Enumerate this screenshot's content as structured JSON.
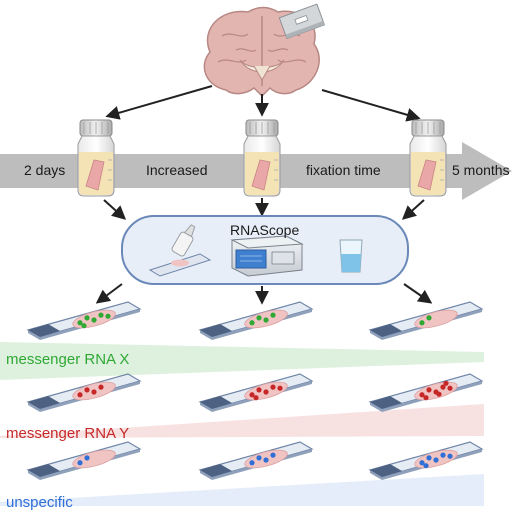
{
  "colors": {
    "green": "#2fa834",
    "red": "#c62828",
    "blue": "#2f6fd6",
    "brain": "#e3b5b1",
    "jar_fluid": "#f3e3b5",
    "panel_fill": "#e8eef8",
    "panel_stroke": "#6a88b8",
    "arrow_band": "#bdbdbd",
    "slide": "#6f85a8",
    "tissue": "#f1c4c4"
  },
  "icons": {
    "brain": "brain-icon",
    "blade": "razor-blade-icon",
    "jar": "fixative-jar-icon",
    "dropper": "dropper-bottle-icon",
    "instrument": "hybridization-oven-icon",
    "beaker": "reagent-beaker-icon",
    "slide": "tissue-slide-icon"
  },
  "timeline": {
    "start_label": "2 days",
    "middle_label_1": "Increased",
    "middle_label_2": "fixation time",
    "end_label": "5 months"
  },
  "process": {
    "label": "RNAScope"
  },
  "signals": [
    {
      "label": "messenger RNA X",
      "color": "#2fa834",
      "trend": "decreasing",
      "dots_per_slide": [
        6,
        4,
        2
      ]
    },
    {
      "label": "messenger RNA Y",
      "color": "#c62828",
      "trend": "increasing",
      "dots_per_slide": [
        4,
        6,
        8
      ]
    },
    {
      "label": "unspecific",
      "color": "#2f6fd6",
      "trend": "increasing",
      "dots_per_slide": [
        2,
        4,
        6
      ]
    }
  ]
}
